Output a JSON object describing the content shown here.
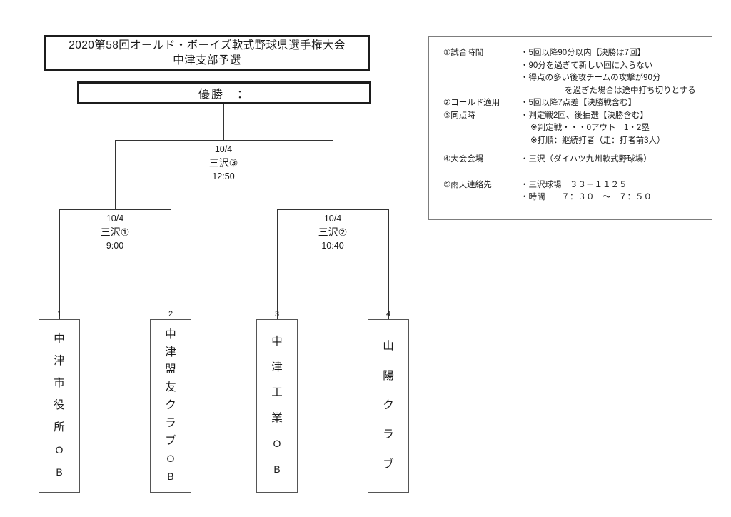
{
  "title": {
    "line1": "2020第58回オールド・ボーイズ軟式野球県選手権大会",
    "line2": "中津支部予選"
  },
  "champion": {
    "label": "優勝　："
  },
  "bracket": {
    "matches": [
      {
        "id": "final",
        "date": "10/4",
        "venue": "三沢③",
        "time": "12:50"
      },
      {
        "id": "semi-left",
        "date": "10/4",
        "venue": "三沢①",
        "time": "9:00"
      },
      {
        "id": "semi-right",
        "date": "10/4",
        "venue": "三沢②",
        "time": "10:40"
      }
    ],
    "teams": [
      {
        "seed": "1",
        "name": "中津市役所ОB",
        "chars": [
          "中",
          "津",
          "市",
          "役",
          "所",
          "О",
          "B"
        ]
      },
      {
        "seed": "2",
        "name": "中津盟友クラブОB",
        "chars": [
          "中",
          "津",
          "盟",
          "友",
          "ク",
          "ラ",
          "ブ",
          "О",
          "B"
        ]
      },
      {
        "seed": "3",
        "name": "中津工業ОB",
        "chars": [
          "中",
          "津",
          "工",
          "業",
          "О",
          "B"
        ]
      },
      {
        "seed": "4",
        "name": "山陽クラブ",
        "chars": [
          "山",
          "陽",
          "ク",
          "ラ",
          "ブ"
        ]
      }
    ]
  },
  "rules": {
    "items": [
      {
        "key": "①試合時間",
        "values": [
          {
            "text": "・5回以降90分以内【決勝は7回】",
            "indent": 0
          },
          {
            "text": "・90分を過ぎて新しい回に入らない",
            "indent": 0
          },
          {
            "text": "・得点の多い後攻チームの攻撃が90分",
            "indent": 0
          },
          {
            "text": "を過ぎた場合は途中打ち切りとする",
            "indent": 2
          }
        ]
      },
      {
        "key": "②コールド適用",
        "values": [
          {
            "text": "・5回以降7点差【決勝戦含む】",
            "indent": 0
          }
        ]
      },
      {
        "key": "③同点時",
        "values": [
          {
            "text": "・判定戦2回、後抽選【決勝含む】",
            "indent": 0
          },
          {
            "text": "※判定戦・・・0アウト　1・2塁",
            "indent": 1
          },
          {
            "text": "※打順：継続打者（走：打者前3人）",
            "indent": 1
          }
        ]
      },
      {
        "key": "④大会会場",
        "values": [
          {
            "text": "・三沢（ダイハツ九州軟式野球場）",
            "indent": 0
          }
        ]
      },
      {
        "key": "⑤雨天連絡先",
        "values": [
          {
            "text": "・三沢球場　３３－１１２５",
            "indent": 0
          },
          {
            "text": "・時間　　７：３０　～　７：５０",
            "indent": 0
          }
        ]
      }
    ]
  },
  "colors": {
    "ink": "#1a1a1a",
    "heavy_border": "#1c1c1c",
    "line": "#333333",
    "box_border": "#555555",
    "panel_border": "#7d7d7d",
    "background": "#ffffff"
  }
}
